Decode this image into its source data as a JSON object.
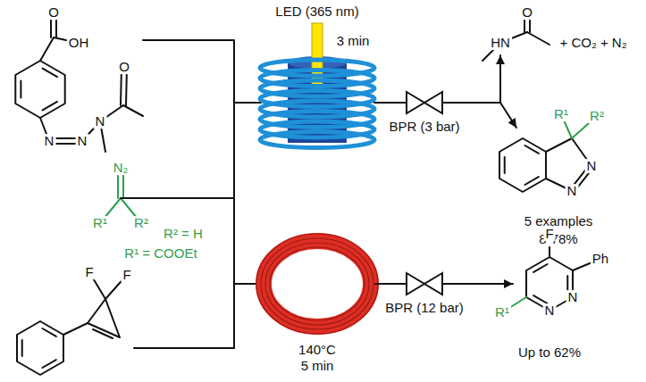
{
  "diagram": {
    "labels": [
      "O",
      "OH",
      "N",
      "N",
      "N",
      "O",
      "LED (365 nm)",
      "3 min",
      "BPR (3 bar)",
      "HN",
      "O",
      "+ CO₂ + N₂",
      "R¹",
      "R²",
      "N",
      "N",
      "5 examples",
      "8-78%",
      "N₂",
      "R¹",
      "R²",
      "R² = H",
      "R¹ = COOEt",
      "F",
      "F",
      "140°C",
      "5 min",
      "BPR (12 bar)",
      "F",
      "Ph",
      "R¹",
      "N",
      "N",
      "Up to 62%"
    ]
  }
}
